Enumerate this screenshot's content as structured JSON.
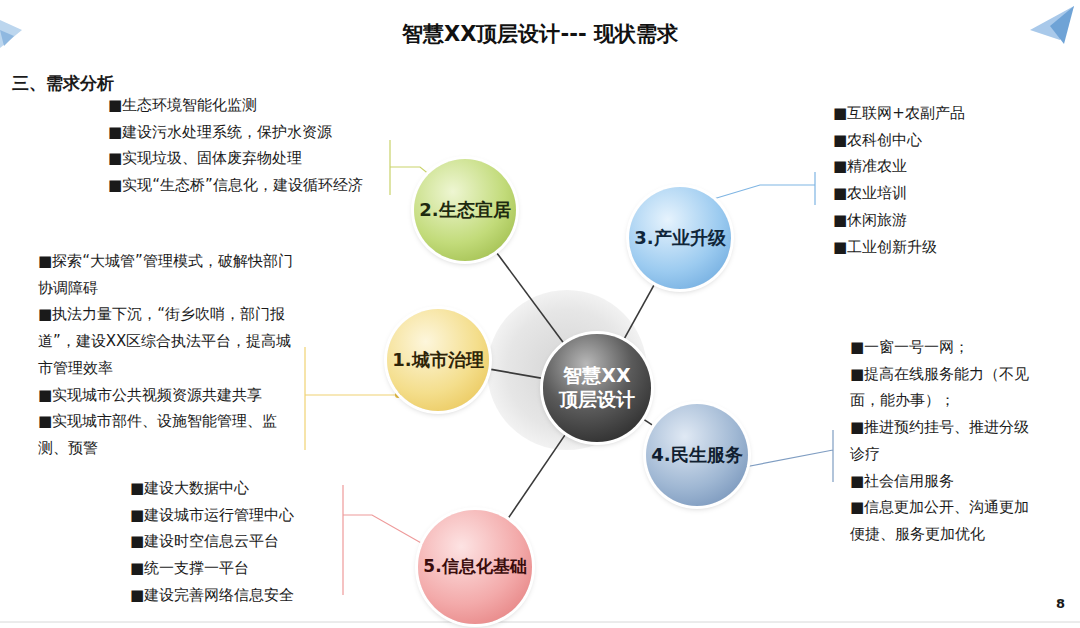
{
  "diagram": {
    "title": "智慧XX顶层设计--- 现状需求",
    "nodes": [
      {
        "text": [
          "2.生态宜居"
        ]
      },
      {
        "text": [
          "3.产业升级"
        ]
      },
      {
        "text": [
          "1.城市治理"
        ]
      },
      {
        "text": [
          "智慧XX 顶层设计"
        ]
      },
      {
        "text": [
          "4.民生服务"
        ]
      },
      {
        "text": [
          "5.信息化基础"
        ]
      }
    ],
    "edges": [
      {
        "from": 3,
        "to": 0,
        "arrow": "none"
      },
      {
        "from": 3,
        "to": 1,
        "arrow": "none"
      },
      {
        "from": 3,
        "to": 2,
        "arrow": "none"
      },
      {
        "from": 3,
        "to": 4,
        "arrow": "none"
      },
      {
        "from": 3,
        "to": 5,
        "arrow": "none"
      }
    ],
    "labels": [
      "三、需求分析",
      "■生态环境智能化监测",
      "■建设污水处理系统，保护水资源",
      "■实现垃圾、固体废弃物处理",
      "■实现“生态桥”信息化，建设循环经济",
      "■互联网+农副产品",
      "■农科创中心",
      "■精准农业",
      "■农业培训",
      "■休闲旅游",
      "■工业创新升级",
      "■探索“大城管”管理模式，破解快部门协调障碍",
      "■执法力量下沉，“街乡吹哨，部门报道”，建设XX区综合执法平台，提高城市管理效率",
      "■实现城市公共视频资源共建共享",
      "■实现城市部件、设施智能管理、监测、预警",
      "■一窗一号一网；",
      "■提高在线服务能力（不见面，能办事）；",
      "■推进预约挂号、推进分级诊疗",
      "■社会信用服务",
      "■信息更加公开、沟通更加便捷、服务更加优化",
      "■建设大数据中心",
      "■建设城市运行管理中心",
      "■建设时空信息云平台",
      "■统一支撑一平台",
      "■建设完善网络信息安全",
      "8"
    ]
  }
}
